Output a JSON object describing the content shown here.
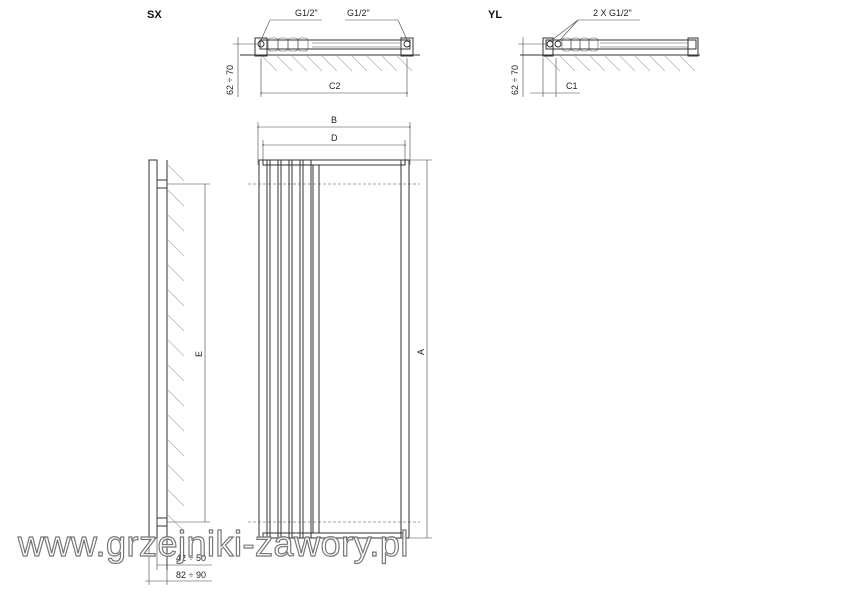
{
  "views": {
    "sx": {
      "title": "SX",
      "conn_left": "G1/2\"",
      "conn_right": "G1/2\"",
      "depth": "62 ÷ 70",
      "width": "C2"
    },
    "yl": {
      "title": "YL",
      "conn": "2 X G1/2\"",
      "depth": "62 ÷ 70",
      "offset": "C1"
    },
    "front": {
      "total_width": "B",
      "inner_width": "D",
      "height": "A"
    },
    "side": {
      "axis": "E",
      "wall_gap": "42 ÷ 50",
      "depth": "82 ÷ 90"
    }
  },
  "watermark": "www.grzejniki-zawory.pl"
}
